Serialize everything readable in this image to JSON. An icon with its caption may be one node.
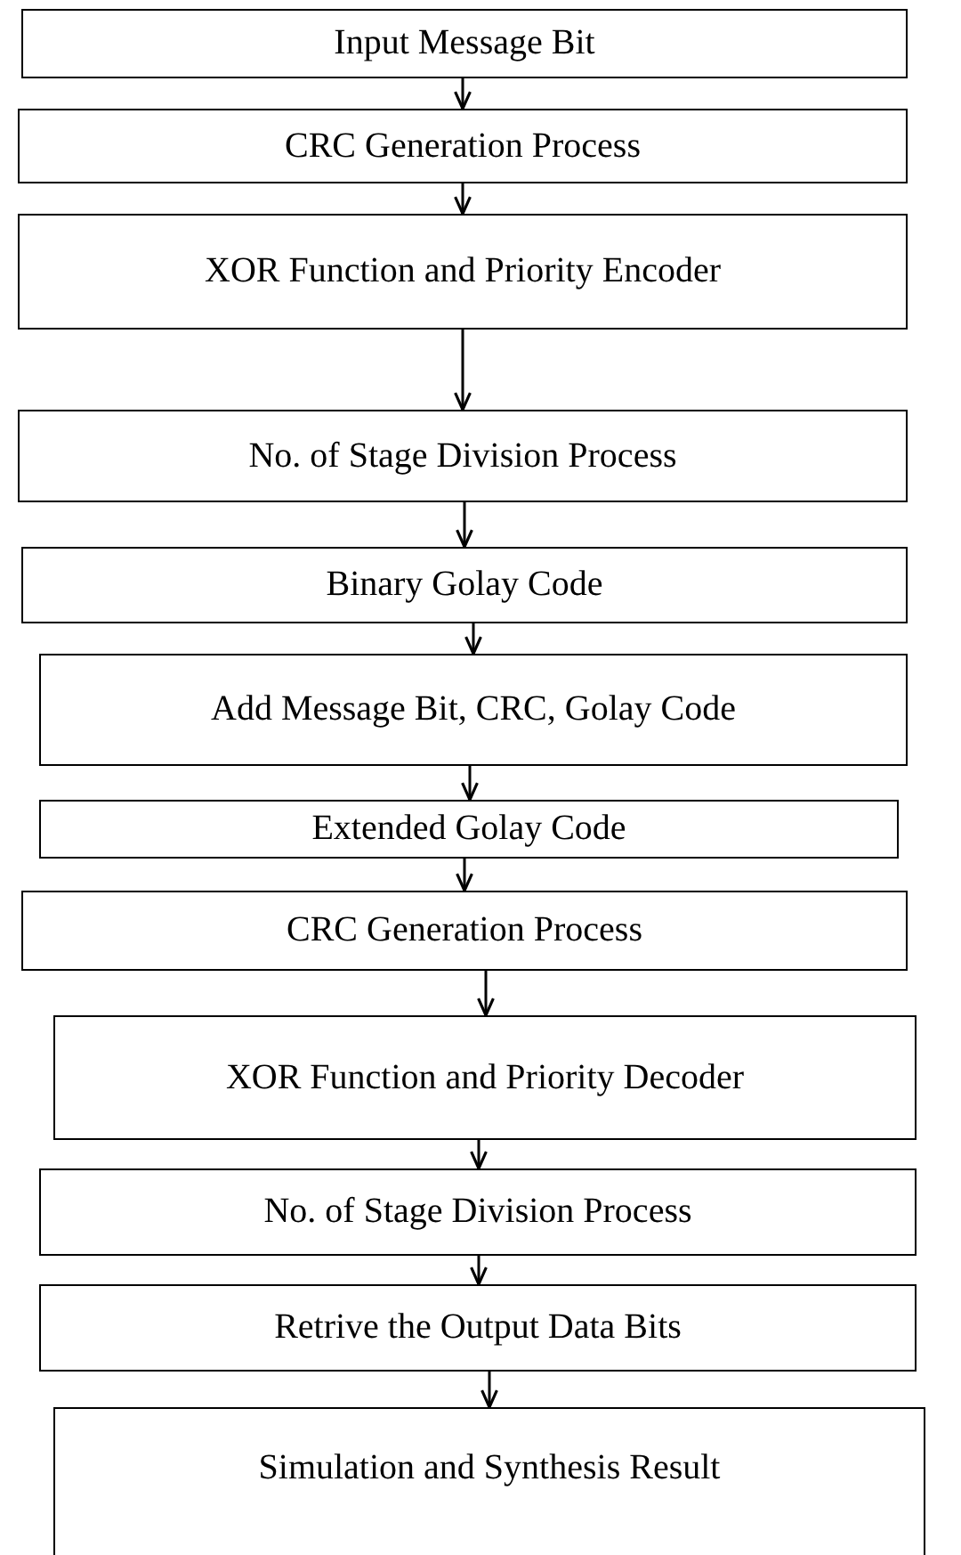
{
  "diagram": {
    "nodes": [
      {
        "text": [
          "Input Message Bit"
        ]
      },
      {
        "text": [
          "CRC Generation Process"
        ]
      },
      {
        "text": [
          "XOR Function and Priority Encoder"
        ]
      },
      {
        "text": [
          "No. of Stage Division Process"
        ]
      },
      {
        "text": [
          "Binary Golay Code"
        ]
      },
      {
        "text": [
          "Add Message Bit, CRC, Golay Code"
        ]
      },
      {
        "text": [
          "Extended Golay Code"
        ]
      },
      {
        "text": [
          "CRC Generation Process"
        ]
      },
      {
        "text": [
          "XOR Function and Priority Decoder"
        ]
      },
      {
        "text": [
          "No. of Stage Division Process"
        ]
      },
      {
        "text": [
          "Retrive the Output Data Bits"
        ]
      },
      {
        "text": [
          "Simulation and Synthesis Result"
        ]
      }
    ],
    "edges": [
      {
        "from": 0,
        "to": 1,
        "arrow": "to"
      },
      {
        "from": 1,
        "to": 2,
        "arrow": "to"
      },
      {
        "from": 2,
        "to": 3,
        "arrow": "to"
      },
      {
        "from": 3,
        "to": 4,
        "arrow": "to"
      },
      {
        "from": 4,
        "to": 5,
        "arrow": "to"
      },
      {
        "from": 5,
        "to": 6,
        "arrow": "to"
      },
      {
        "from": 6,
        "to": 7,
        "arrow": "to"
      },
      {
        "from": 7,
        "to": 8,
        "arrow": "to"
      },
      {
        "from": 8,
        "to": 9,
        "arrow": "to"
      },
      {
        "from": 9,
        "to": 10,
        "arrow": "to"
      },
      {
        "from": 10,
        "to": 11,
        "arrow": "to"
      }
    ]
  }
}
